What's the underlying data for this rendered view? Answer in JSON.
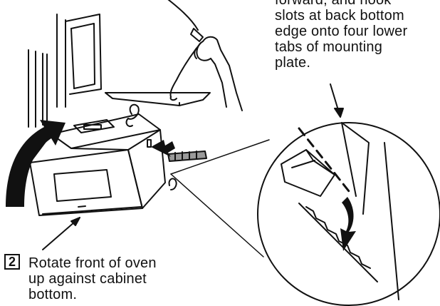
{
  "colors": {
    "ink": "#111111",
    "fill_gray": "#9a9a9a",
    "paper": "#ffffff"
  },
  "right_caption": {
    "lines": [
      "forward, and hook",
      "slots at back bottom",
      "edge onto four lower",
      "tabs of mounting",
      "plate."
    ]
  },
  "step": {
    "number": "2",
    "lines": [
      "Rotate front of oven",
      "up against cabinet",
      "bottom."
    ]
  },
  "icons": [
    "curved-rotation-arrow-icon",
    "push-arrow-icon",
    "curved-down-arrow-icon"
  ]
}
